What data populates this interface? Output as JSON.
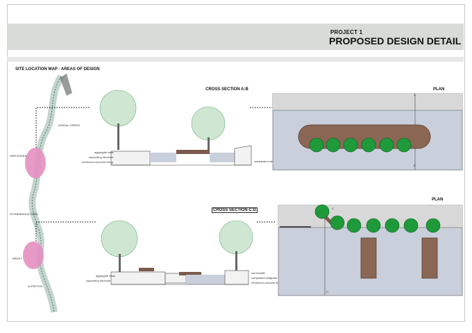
{
  "header": {
    "project_label": "PROJECT 1",
    "title": "PROPOSED DESIGN DETAIL"
  },
  "site_map": {
    "title": "SITE LOCATION MAP - AREAS OF DESIGN",
    "places": [
      "KENSAL GREEN",
      "HARLESDEN",
      "STONEBRIDGE PARK",
      "BRENT",
      "ALPERTON"
    ]
  },
  "section_ab": {
    "title": "CROSS SECTION A:B",
    "notes": [
      "aggregate base",
      "supporting structure",
      "reinforced concrete lining",
      "compacted subgrade"
    ]
  },
  "section_cd": {
    "title": "CROSS SECTION C:D",
    "notes": [
      "aggregate base",
      "supporting structure",
      "soil backfill",
      "compacted subgrade",
      "reinforced concrete lining"
    ]
  },
  "plan_top": {
    "title": "PLAN",
    "marks": [
      "A",
      "B"
    ]
  },
  "plan_bottom": {
    "title": "PLAN",
    "marks": [
      "C",
      "D"
    ]
  },
  "colors": {
    "band": "#d9dbd9",
    "water": "#c9cfdb",
    "tree": "#1f9a3a",
    "deck": "#7a5a4a",
    "highlight": "#e58fc1"
  }
}
